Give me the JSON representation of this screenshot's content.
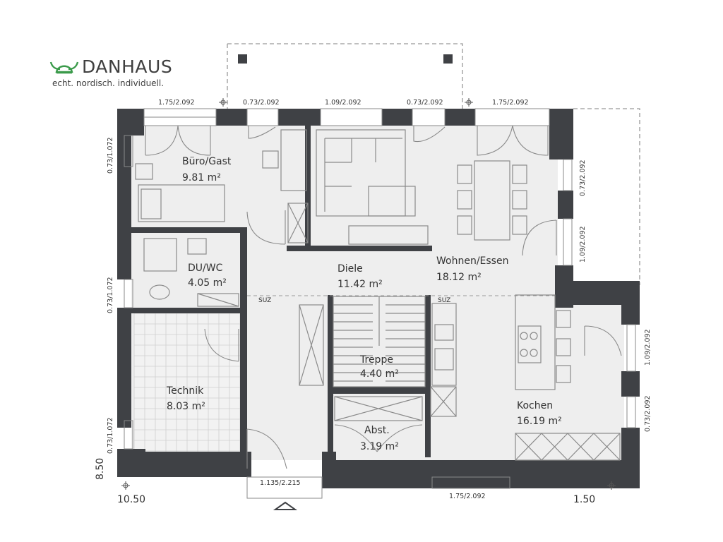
{
  "brand": {
    "name": "DANHAUS",
    "tagline": "echt. nordisch. individuell.",
    "color": "#3a9a4a"
  },
  "colors": {
    "wall": "#3f4145",
    "floor": "#eeeeee",
    "line": "#9a9a9a",
    "text": "#333333"
  },
  "rooms": [
    {
      "name": "Büro/Gast",
      "area": "9.81 m²"
    },
    {
      "name": "DU/WC",
      "area": "4.05 m²"
    },
    {
      "name": "Diele",
      "area": "11.42 m²"
    },
    {
      "name": "Wohnen/Essen",
      "area": "18.12 m²"
    },
    {
      "name": "Technik",
      "area": "8.03 m²"
    },
    {
      "name": "Treppe",
      "area": "4.40 m²"
    },
    {
      "name": "Abst.",
      "area": "3.19 m²"
    },
    {
      "name": "Kochen",
      "area": "16.19 m²"
    }
  ],
  "window_labels": {
    "top": [
      "1.75/2.092",
      "0.73/2.092",
      "1.09/2.092",
      "0.73/2.092",
      "1.75/2.092"
    ],
    "left": [
      "0.73/1.072",
      "0.73/1.072",
      "0.73/1.072"
    ],
    "right": [
      "0.73/2.092",
      "1.09/2.092",
      "1.09/2.092",
      "0.73/2.092"
    ],
    "bottom": [
      "1.135/2.215",
      "1.75/2.092"
    ]
  },
  "suz_labels": [
    "SUZ",
    "SUZ"
  ],
  "dimensions": {
    "width": "10.50",
    "depth": "8.50",
    "terrace": "1.50"
  }
}
